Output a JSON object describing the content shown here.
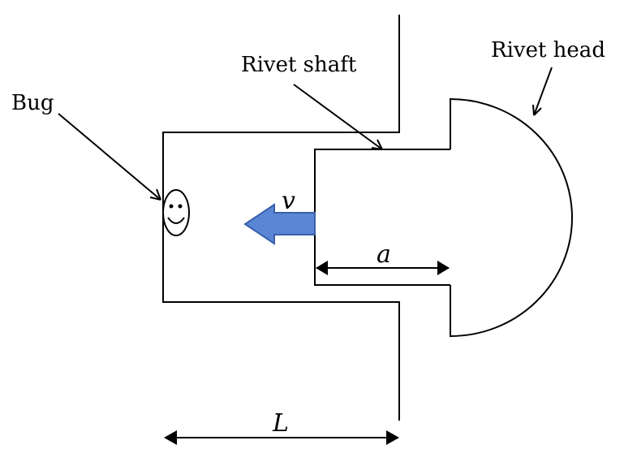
{
  "labels": {
    "bug": "Bug",
    "rivet_shaft": "Rivet shaft",
    "rivet_head": "Rivet head",
    "velocity": "v",
    "length_a": "a",
    "length_L": "L"
  },
  "colors": {
    "velocity_arrow_fill": "#5B86D6",
    "velocity_arrow_stroke": "#3A5FA8",
    "line": "#000000"
  }
}
